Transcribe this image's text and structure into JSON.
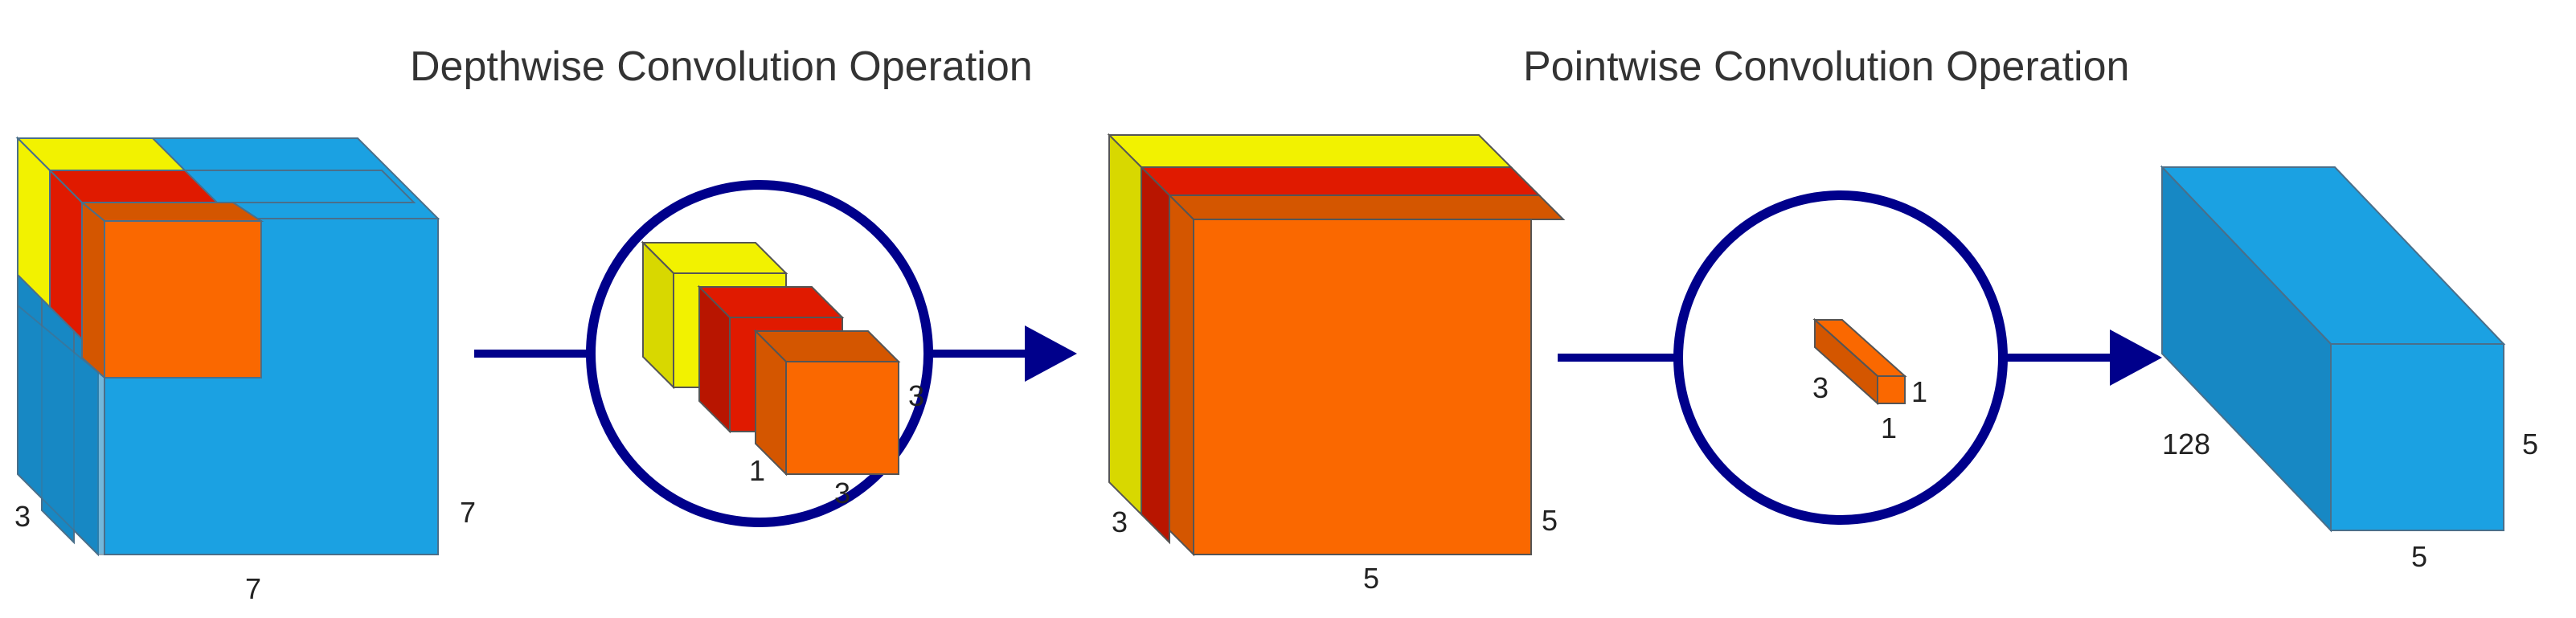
{
  "titles": {
    "depthwise": "Depthwise Convolution Operation",
    "pointwise": "Pointwise Convolution Operation"
  },
  "input_block": {
    "label_depth": "3",
    "label_height": "7",
    "label_width": "7"
  },
  "depthwise_kernel": {
    "label_height": "3",
    "label_depth": "1",
    "label_width": "3"
  },
  "intermediate_block": {
    "label_depth": "3",
    "label_height": "5",
    "label_width": "5"
  },
  "pointwise_kernel": {
    "label_depth": "3",
    "label_height": "1",
    "label_width": "1"
  },
  "output_block": {
    "label_depth": "128",
    "label_height": "5",
    "label_width": "5"
  },
  "colors": {
    "blue": "#1ba1e2",
    "blue_dark": "#1788c4",
    "yellow": "#f2f200",
    "yellow_dark": "#d8d800",
    "red": "#e01a00",
    "red_dark": "#b81500",
    "orange": "#fa6800",
    "orange_dark": "#d45600",
    "navy": "#00008b"
  }
}
